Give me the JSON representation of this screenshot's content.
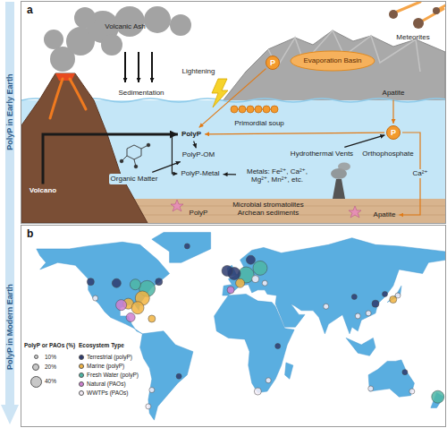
{
  "diagram": {
    "nodes": [
      {
        "text": [
          "Volcano"
        ]
      },
      {
        "text": [
          "Organic Matter"
        ]
      },
      {
        "text": [
          "PolyP"
        ]
      },
      {
        "text": [
          "PolyP-OM"
        ]
      },
      {
        "text": [
          "PolyP-Metal"
        ]
      },
      {
        "text": [
          "Metals: Fe²⁺, Ca²⁺, Mg²⁺, Mn²⁺, etc."
        ]
      },
      {
        "text": [
          "Apatite"
        ]
      },
      {
        "text": [
          "P"
        ]
      },
      {
        "text": [
          "P"
        ]
      },
      {
        "text": [
          "Apatite"
        ]
      },
      {
        "text": [
          "Hydrothermal Vents"
        ]
      }
    ],
    "edges": [
      {
        "from": 0,
        "to": 2,
        "arrow": "to"
      },
      {
        "from": 1,
        "to": 3,
        "arrow": "to"
      },
      {
        "from": 2,
        "to": 3,
        "arrow": "to"
      },
      {
        "from": 2,
        "to": 4,
        "arrow": "to"
      },
      {
        "from": 5,
        "to": 4,
        "arrow": "to"
      },
      {
        "from": 6,
        "to": 8,
        "arrow": "to"
      },
      {
        "from": 7,
        "to": 2,
        "arrow": "to"
      },
      {
        "from": 8,
        "to": 2,
        "arrow": "to"
      },
      {
        "from": 8,
        "to": 9,
        "label": "Ca²⁺",
        "arrow": "to"
      },
      {
        "from": 10,
        "to": 8,
        "arrow": "to"
      }
    ],
    "labels": [
      "a",
      "PolyP in Early Earth",
      "Volcanic Ash",
      "Lightening",
      "Evaporation Basin",
      "Meteorites",
      "Sedimentation",
      "Primordial soup",
      "Orthophosphate",
      "Microbial stromatolites Archean sediments",
      "PolyP",
      "b",
      "PolyP in Modern Earth",
      "PolyP or PAOs (%)",
      "Ecosystem Type"
    ],
    "legend": [
      {
        "text": "10%"
      },
      {
        "text": "20%"
      },
      {
        "text": "40%"
      },
      {
        "text": "Terrestrial (polyP)",
        "color": "#2e3b6e"
      },
      {
        "text": "Marine (polyP)",
        "color": "#f2b441"
      },
      {
        "text": "Fresh Water (polyP)",
        "color": "#4db6a4"
      },
      {
        "text": "Natural (PAOs)",
        "color": "#d07fd0"
      },
      {
        "text": "WWTPs (PAOs)",
        "color": "#f6eef8"
      }
    ]
  }
}
